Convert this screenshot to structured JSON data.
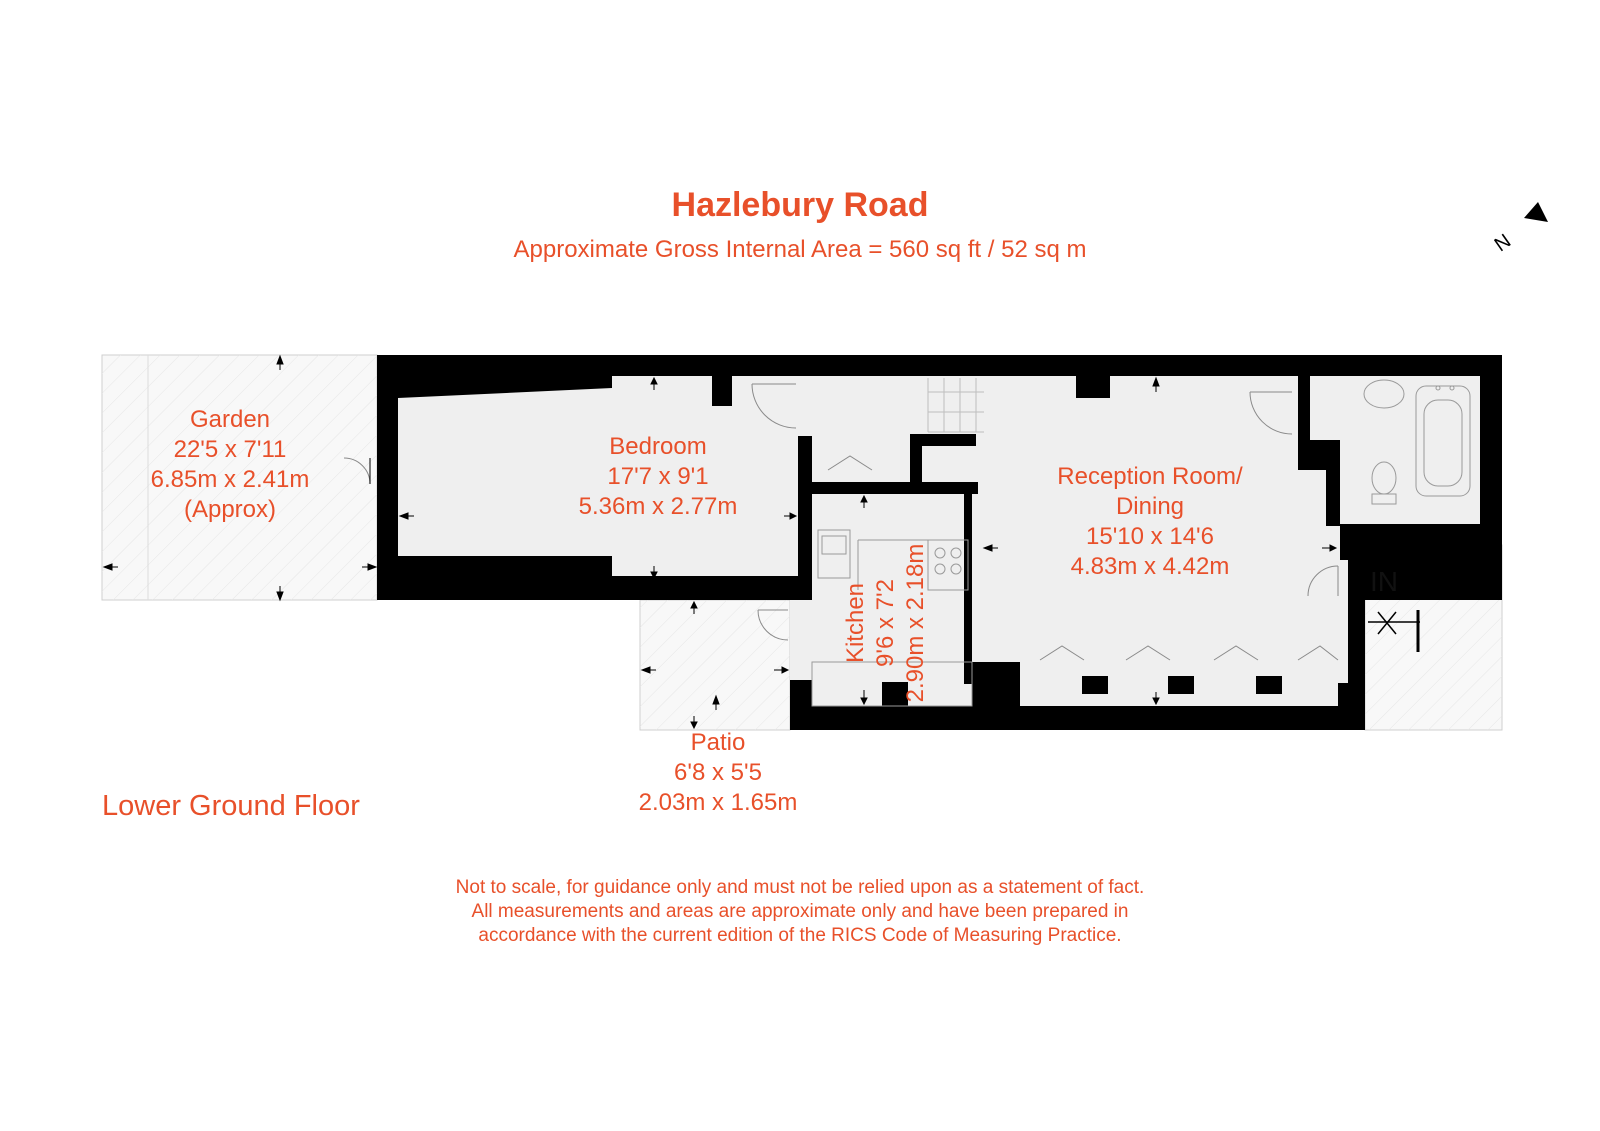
{
  "title": "Hazlebury Road",
  "subtitle": "Approximate Gross Internal Area = 560 sq ft / 52 sq m",
  "floor_label": "Lower Ground Floor",
  "entrance_label": "IN",
  "rooms": {
    "garden": {
      "name": "Garden",
      "imperial": "22'5 x 7'11",
      "metric": "6.85m x 2.41m",
      "note": "(Approx)"
    },
    "bedroom": {
      "name": "Bedroom",
      "imperial": "17'7 x 9'1",
      "metric": "5.36m x 2.77m"
    },
    "reception": {
      "name_line1": "Reception Room/",
      "name_line2": "Dining",
      "imperial": "15'10 x 14'6",
      "metric": "4.83m x 4.42m"
    },
    "kitchen": {
      "name": "Kitchen",
      "imperial": "9'6 x 7'2",
      "metric": "2.90m x 2.18m"
    },
    "patio": {
      "name": "Patio",
      "imperial": "6'8 x 5'5",
      "metric": "2.03m x 1.65m"
    }
  },
  "disclaimer": {
    "line1": "Not to scale, for guidance only and must not be relied upon as a statement of fact.",
    "line2": "All measurements and areas are approximate only and have been prepared in",
    "line3": "accordance with the current edition of the RICS Code of Measuring Practice."
  },
  "colors": {
    "accent": "#e8502a",
    "wall": "#000000",
    "floor": "#efefef",
    "outdoor": "#f7f7f7"
  }
}
